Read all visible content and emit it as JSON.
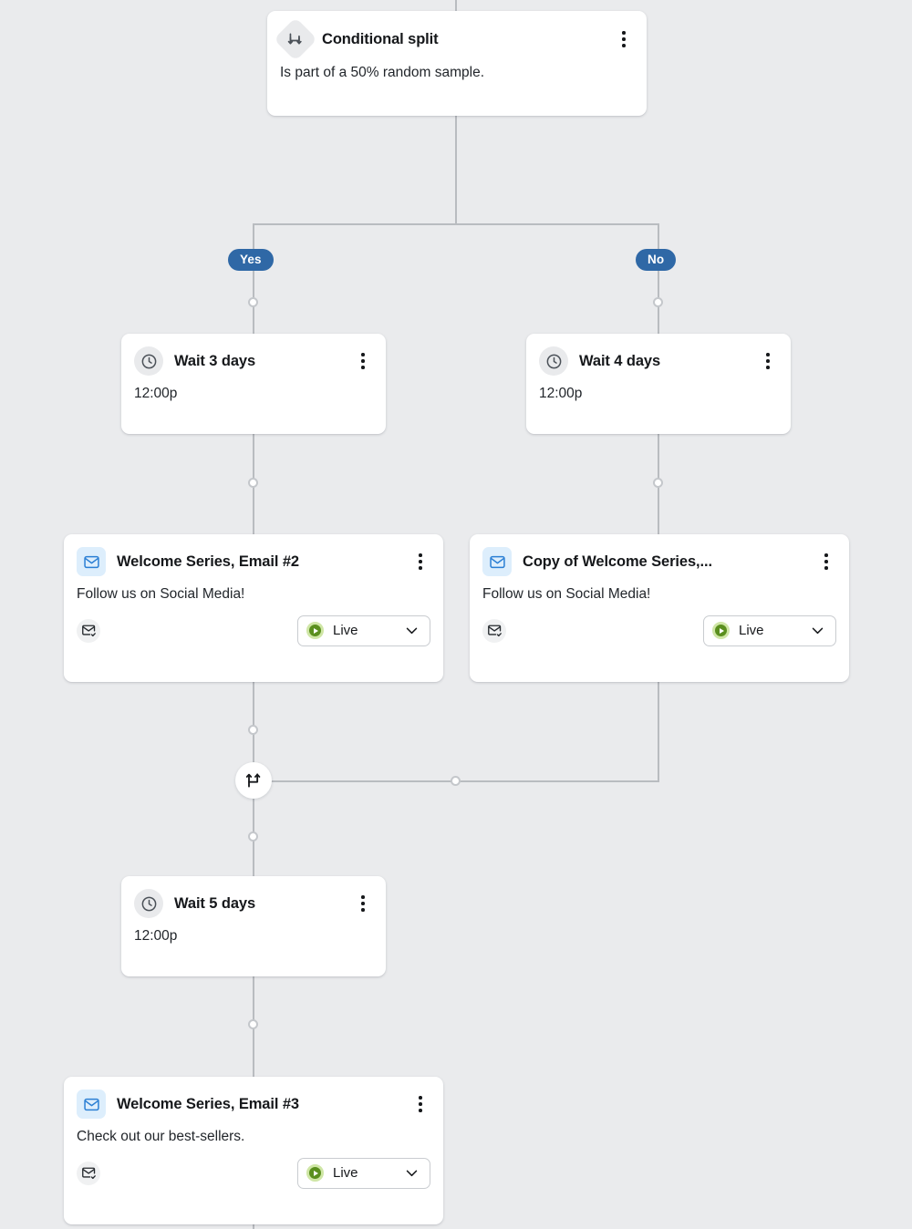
{
  "canvas": {
    "background": "#eaebed",
    "connector_color": "#b9bcc0",
    "accent_blue": "#2f68a6",
    "status_green": "#5a8f1e"
  },
  "nodes": {
    "conditional_split": {
      "icon": "split-arrows-icon",
      "title": "Conditional split",
      "description": "Is part of a 50% random sample.",
      "menu": "more-options"
    },
    "branch_yes_label": "Yes",
    "branch_no_label": "No",
    "wait_3_days": {
      "icon": "clock-icon",
      "title": "Wait 3 days",
      "description": "12:00p"
    },
    "wait_4_days": {
      "icon": "clock-icon",
      "title": "Wait 4 days",
      "description": "12:00p"
    },
    "wait_5_days": {
      "icon": "clock-icon",
      "title": "Wait 5 days",
      "description": "12:00p"
    },
    "email_2": {
      "icon": "envelope-icon",
      "title": "Welcome Series, Email #2",
      "subject": "Follow us on Social Media!",
      "sent_icon": "envelope-check-icon",
      "status": "Live"
    },
    "email_copy": {
      "icon": "envelope-icon",
      "title": "Copy of Welcome Series,...",
      "subject": "Follow us on Social Media!",
      "sent_icon": "envelope-check-icon",
      "status": "Live"
    },
    "email_3": {
      "icon": "envelope-icon",
      "title": "Welcome Series, Email #3",
      "subject": "Check out our best-sellers.",
      "sent_icon": "envelope-check-icon",
      "status": "Live"
    },
    "merge": {
      "icon": "merge-arrows-icon"
    }
  }
}
